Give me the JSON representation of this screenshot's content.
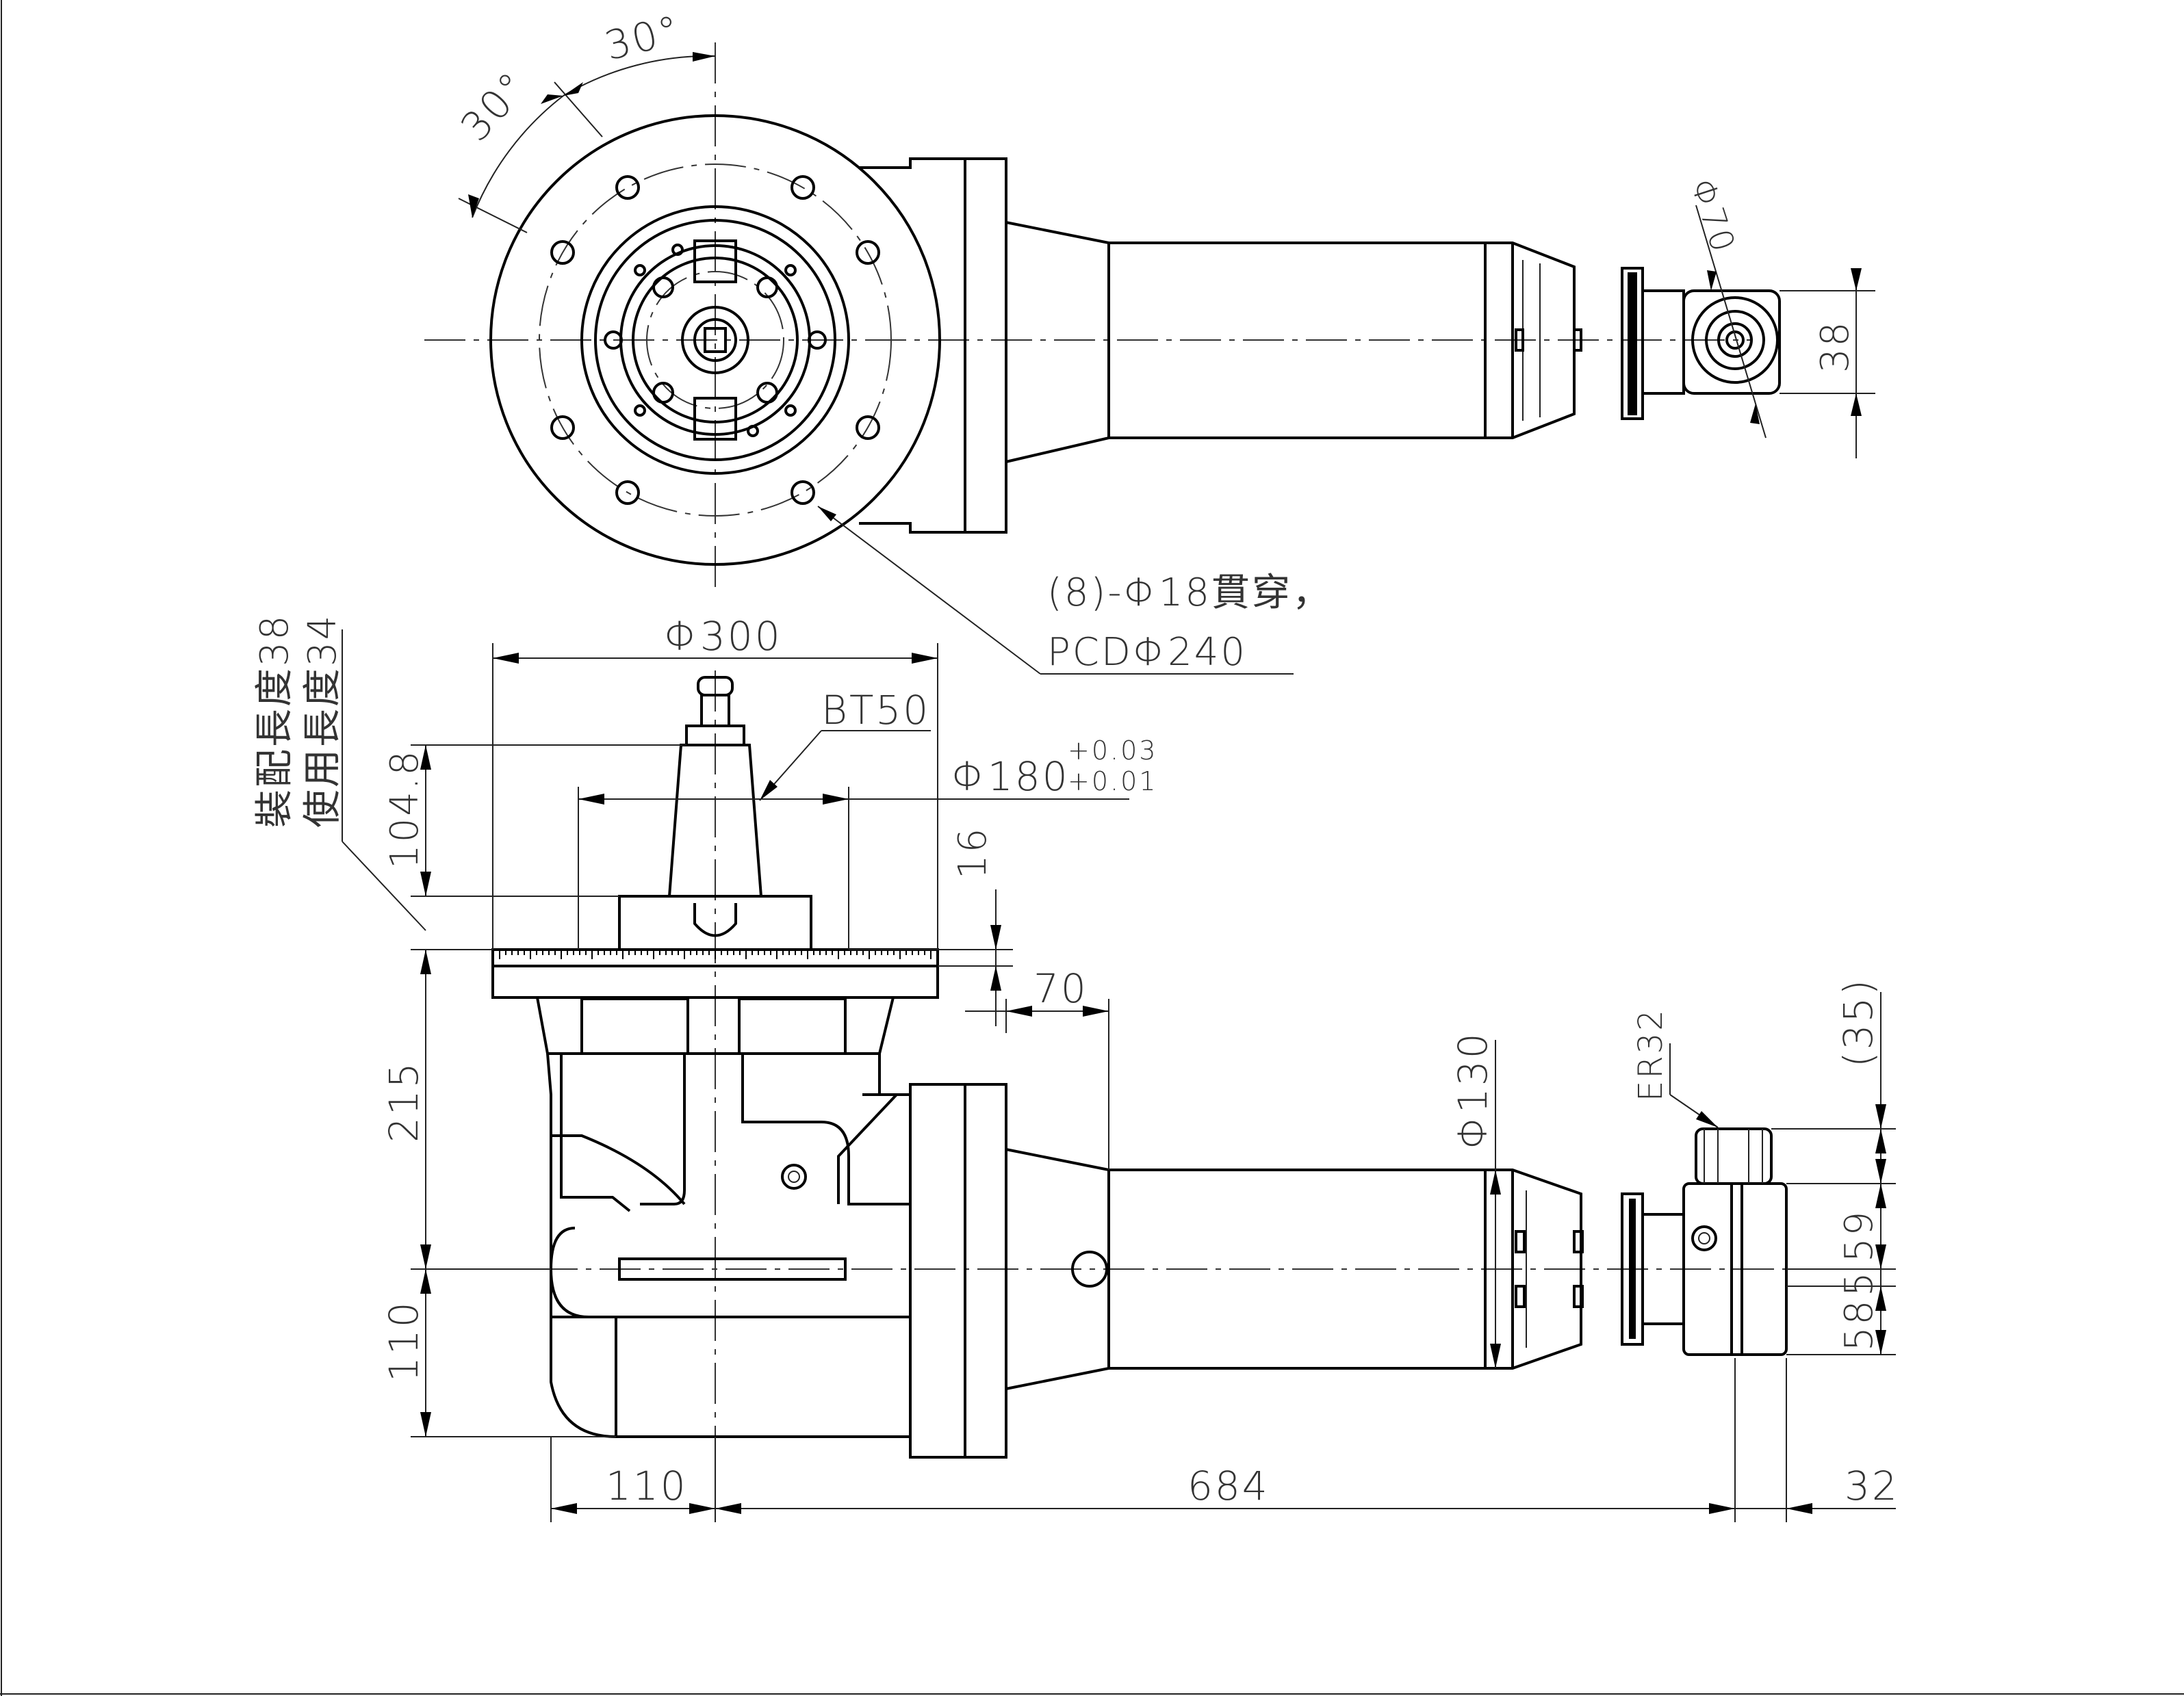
{
  "drawing": {
    "top_view": {
      "angle_a": "30°",
      "angle_b": "30°",
      "hole_note_line1": "(8)-Φ18貫穿，",
      "hole_note_line2": "PCDΦ240",
      "dia_70": "Φ70",
      "dim_38": "38"
    },
    "side_view": {
      "dia_300": "Φ300",
      "taper": "BT50",
      "dia_180": "Φ180",
      "tol_upper": "+0.03",
      "tol_lower": "+0.01",
      "dim_16": "16",
      "dim_70": "70",
      "dim_104_8": "104.8",
      "assembly_length": "裝配長度38",
      "usable_length": "使用長度34",
      "dim_215": "215",
      "dim_110_vertical": "110",
      "dia_130": "Φ130",
      "collet": "ER32",
      "dim_35": "(35)",
      "dim_59": "59",
      "dim_5": "5",
      "dim_58": "58",
      "dim_110_horizontal": "110",
      "dim_684": "684",
      "dim_32": "32"
    }
  }
}
